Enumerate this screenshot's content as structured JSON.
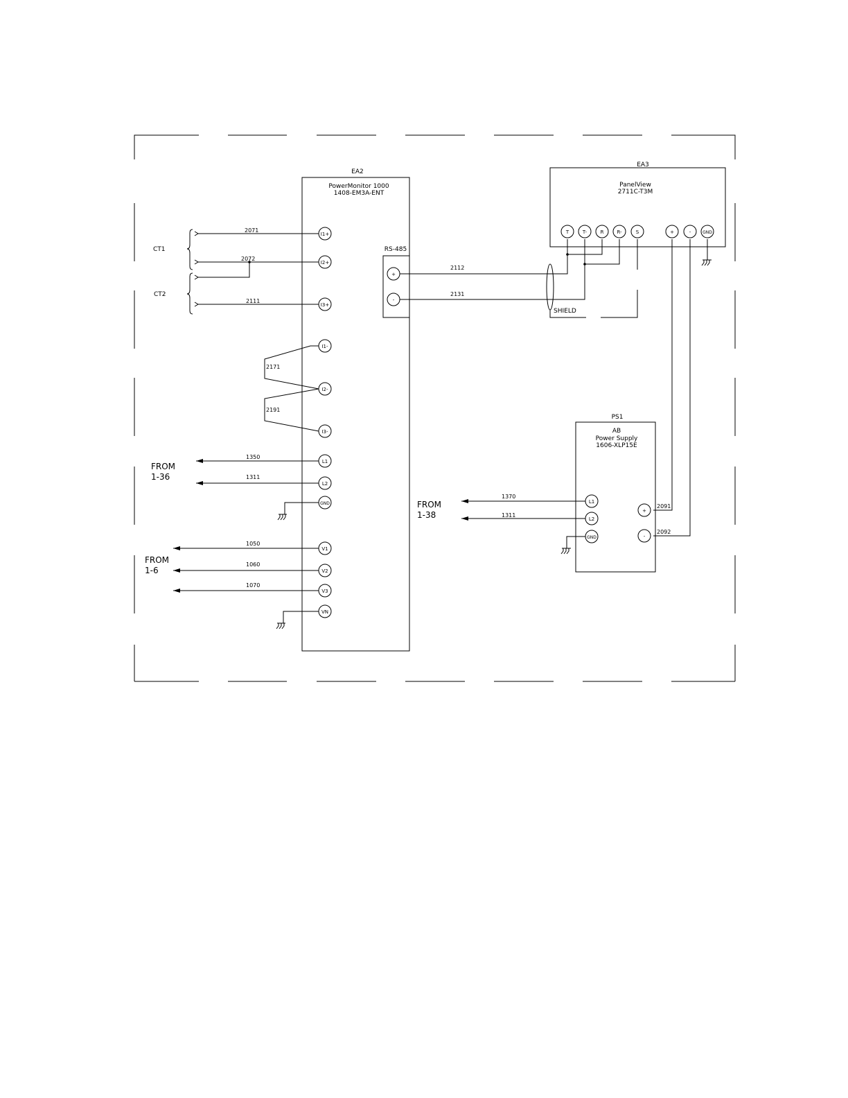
{
  "ea2": {
    "tag": "EA2",
    "name": "PowerMonitor 1000",
    "model": "1408-EM3A-ENT",
    "rs485": "RS-485"
  },
  "ea3": {
    "tag": "EA3",
    "name": "PanelView",
    "model": "2711C-T3M"
  },
  "ps1": {
    "tag": "PS1",
    "brand": "AB",
    "name": "Power Supply",
    "model": "1606-XLP15E"
  },
  "ct": {
    "ct1": "CT1",
    "ct2": "CT2"
  },
  "from": {
    "a_line1": "FROM",
    "a_line2": "1-36",
    "b_line1": "FROM",
    "b_line2": "1-6",
    "c_line1": "FROM",
    "c_line2": "1-38"
  },
  "shield": "SHIELD",
  "terminals": {
    "i1p": "I1+",
    "i2p": "I2+",
    "i3p": "I3+",
    "i1m": "I1-",
    "i2m": "I2-",
    "i3m": "I3-",
    "l1": "L1",
    "l2": "L2",
    "gnd": "GND",
    "v1": "V1",
    "v2": "V2",
    "v3": "V3",
    "vn": "VN",
    "rs_p": "+",
    "rs_m": "-",
    "pv_t": "T",
    "pv_tm": "T-",
    "pv_r": "R",
    "pv_rm": "R-",
    "pv_s": "S",
    "pv_p": "+",
    "pv_m": "-",
    "pv_gnd": "GND",
    "ps_l1": "L1",
    "ps_l2": "L2",
    "ps_gnd": "GND",
    "ps_p": "+",
    "ps_m": "-"
  },
  "wires": {
    "w2071": "2071",
    "w2072": "2072",
    "w2111": "2111",
    "w2171": "2171",
    "w2191": "2191",
    "w1350": "1350",
    "w1311a": "1311",
    "w1050": "1050",
    "w1060": "1060",
    "w1070": "1070",
    "w2112": "2112",
    "w2131": "2131",
    "w1370": "1370",
    "w1311b": "1311",
    "w2091": "2091",
    "w2092": "2092"
  }
}
